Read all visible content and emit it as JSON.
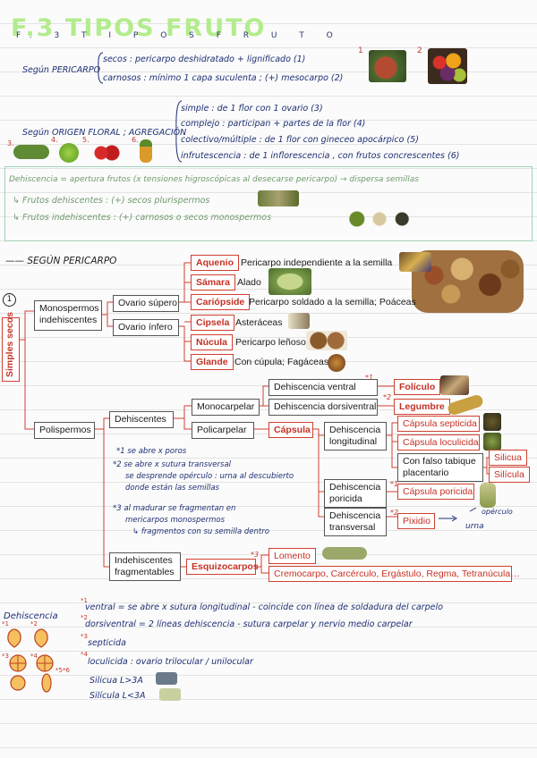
{
  "header": {
    "title": "F.3 TIPOS FRUTO",
    "subtitle": "F. 3   T I P O S   F R U T O"
  },
  "pericarpo": {
    "label": "Según PERICARPO",
    "secos": "secos : pericarpo deshidratado + lignificado (1)",
    "carnosos": "carnosos : mínimo 1 capa suculenta ; (+) mesocarpo (2)",
    "num1": "1",
    "num2": "2"
  },
  "origen": {
    "label": "Según ORIGEN FLORAL ; AGREGACIÓN",
    "simple": "simple : de 1 flor con 1 ovario (3)",
    "complejo": "complejo : participan + partes de la flor (4)",
    "colectivo": "colectivo/múltiple : de 1 flor con gineceo apocárpico (5)",
    "infrutescencia": "infrutescencia : de 1 inflorescencia , con frutos concrescentes (6)",
    "nums": [
      "3.",
      "4.",
      "5.",
      "6."
    ]
  },
  "dehiscencia_intro": {
    "line1": "Dehiscencia = apertura frutos (x tensiones higroscópicas al desecarse pericarpo) → dispersa semillas",
    "line2": "↳ Frutos dehiscentes : (+) secos plurispermos",
    "line3": "↳ Frutos indehiscentes : (+) carnosos o secos monospermos"
  },
  "diagram": {
    "section_label": "—— SEGÚN PERICARPO",
    "circle": "1",
    "root": "Simples secos",
    "mono": "Monospermos indehiscentes",
    "ovario_supero": "Ovario súpero",
    "ovario_infero": "Ovario ínfero",
    "aquenio": "Aquenio",
    "aquenio_desc": "Pericarpo independiente a la semilla",
    "samara": "Sámara",
    "samara_desc": "Alado",
    "cariopside": "Cariópside",
    "cariopside_desc": "Pericarpo soldado a la semilla; Poáceas",
    "cipsela": "Cipsela",
    "cipsela_desc": "Asteráceas",
    "nucula": "Núcula",
    "nucula_desc": "Pericarpo leñoso",
    "glande": "Glande",
    "glande_desc": "Con cúpula; Fagáceas",
    "poli": "Polispermos",
    "dehiscentes": "Dehiscentes",
    "monocarpelar": "Monocarpelar",
    "policarpelar": "Policarpelar",
    "deh_ventral": "Dehiscencia ventral",
    "deh_dorsiventral": "Dehiscencia dorsiventral",
    "foliculo": "Folículo",
    "legumbre": "Legumbre",
    "capsula": "Cápsula",
    "deh_long": "Dehiscencia longitudinal",
    "deh_poricida": "Dehiscencia poricida",
    "deh_transversal": "Dehiscencia transversal",
    "cap_septicida": "Cápsula septicida",
    "cap_loculicida": "Cápsula loculicida",
    "falso_tabique": "Con falso tabique placentario",
    "silicua": "Silicua",
    "silicula": "Silícula",
    "cap_poricida": "Cápsula poricida",
    "pixidio": "Pixidio",
    "indeh_frag": "Indehiscentes fragmentables",
    "esquizocarpos": "Esquizocarpos",
    "lomento": "Lomento",
    "esq_list": "Cremocarpo, Carcérculo, Ergástulo, Regma, Tetranúcula…",
    "opercul": "opérculo",
    "urna": "urna",
    "mk1": "*1",
    "mk2": "*2",
    "mk3": "*3",
    "notes": [
      "*1 se abre x poros",
      "*2 se abre x sutura transversal",
      "se desprende opérculo : urna al descubierto",
      "donde están las semillas",
      "*3 al madurar se fragmentan en",
      "mericarpos monospermos",
      "↳ fragmentos con su semilla dentro"
    ]
  },
  "bottom": {
    "label": "Dehiscencia",
    "ventral": "ventral = se abre x sutura longitudinal - coincide con línea de soldadura del carpelo",
    "dorsiventral": "dorsiventral = 2 líneas dehiscencia - sutura carpelar y nervio medio carpelar",
    "septicida": "septicida",
    "loculicida": "loculicida : ovario trilocular / unilocular",
    "silicua": "Silicua L>3A",
    "silicula": "Silícula L<3A",
    "marks": [
      "*1",
      "*2",
      "*3",
      "*4",
      "*5",
      "*6"
    ]
  },
  "colors": {
    "title": "#b3ec8d",
    "ink": "#1d2f73",
    "red": "#c63a2e",
    "green_note": "#6f9a6c",
    "box_border": "#d04030"
  }
}
